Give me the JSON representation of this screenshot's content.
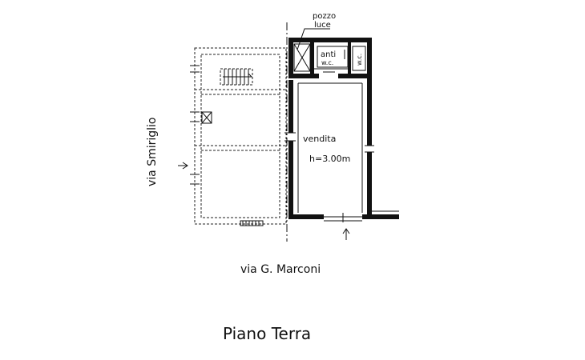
{
  "labels": {
    "pozzo": "pozzo",
    "luce": "luce",
    "anti": "anti",
    "anti_wc": "w.c.",
    "wc": "w.c.",
    "vendita": "vendita",
    "height": "h=3.00m",
    "street_left": "via Smiriglio",
    "street_bottom": "via G. Marconi",
    "title": "Piano Terra"
  },
  "colors": {
    "ink": "#111111",
    "background": "#ffffff"
  }
}
